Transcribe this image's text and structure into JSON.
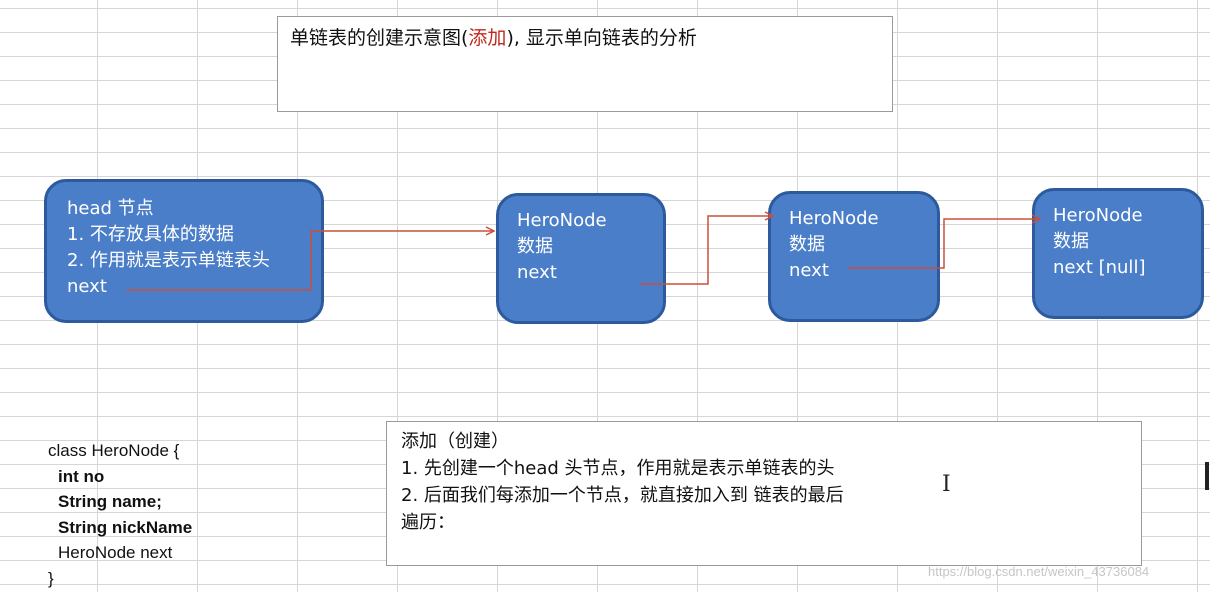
{
  "title_box": {
    "prefix": "单链表的创建示意图(",
    "highlight": "添加",
    "suffix": "), 显示单向链表的分析"
  },
  "head_node": {
    "lines": [
      "head 节点",
      "1. 不存放具体的数据",
      "2. 作用就是表示单链表头",
      "next"
    ]
  },
  "hero_nodes": [
    {
      "lines": [
        "HeroNode",
        "数据",
        "next"
      ]
    },
    {
      "lines": [
        "HeroNode",
        "数据",
        "next"
      ]
    },
    {
      "lines": [
        "HeroNode",
        "数据",
        "next [null]"
      ]
    }
  ],
  "code": {
    "lines": [
      "class HeroNode {",
      "int no",
      "String name;",
      "String nickName",
      "HeroNode next",
      "}"
    ]
  },
  "add_box": {
    "lines": [
      "添加（创建）",
      "1. 先创建一个head 头节点，作用就是表示单链表的头",
      "2. 后面我们每添加一个节点，就直接加入到 链表的最后",
      "遍历："
    ]
  },
  "cursor_glyph": "I",
  "watermark": "https://blog.csdn.net/weixin_43736084",
  "colors": {
    "node_fill": "#4a7ec8",
    "node_border": "#2c5a9c",
    "arrow": "#c8503c",
    "highlight": "#c0281c"
  }
}
